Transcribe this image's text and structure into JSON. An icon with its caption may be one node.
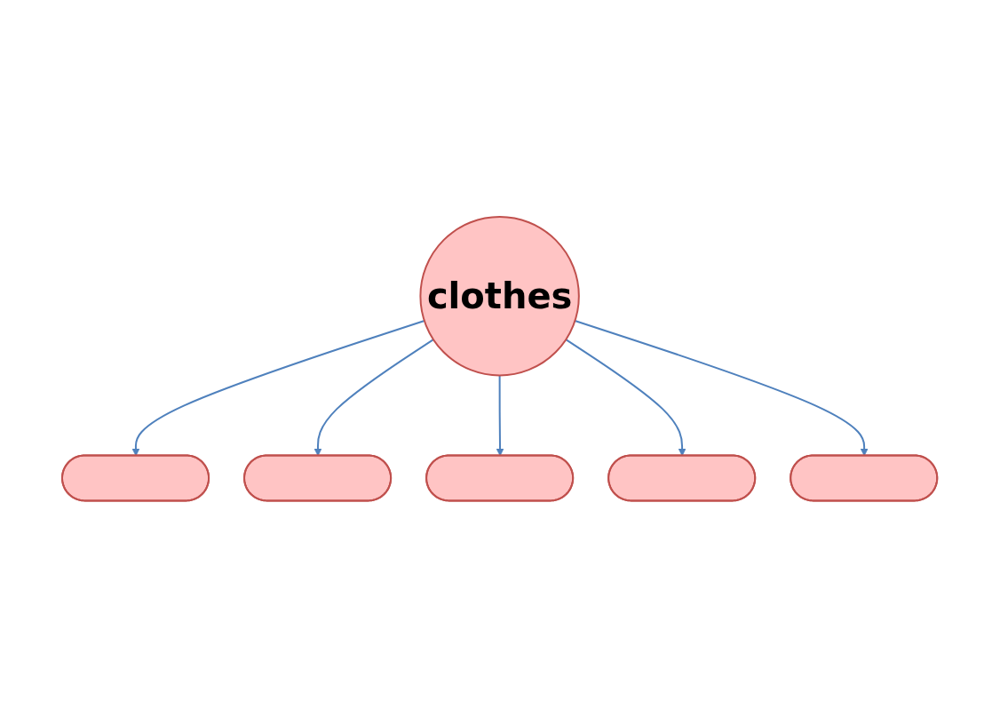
{
  "diagram": {
    "nodes": [
      {
        "text": [],
        "shape": "ellipse"
      },
      {
        "text": [],
        "shape": "ellipse"
      },
      {
        "text": [
          "clothes"
        ]
      },
      {
        "text": [],
        "shape": "ellipse"
      },
      {
        "text": [],
        "shape": "ellipse"
      },
      {
        "text": [],
        "shape": "ellipse"
      }
    ],
    "edges": [
      {
        "from": 2,
        "to": 0,
        "arrow": "to"
      },
      {
        "from": 2,
        "to": 1,
        "arrow": "to"
      },
      {
        "from": 2,
        "to": 3,
        "arrow": "to"
      },
      {
        "from": 2,
        "to": 4,
        "arrow": "to"
      },
      {
        "from": 2,
        "to": 5,
        "arrow": "to"
      }
    ]
  }
}
